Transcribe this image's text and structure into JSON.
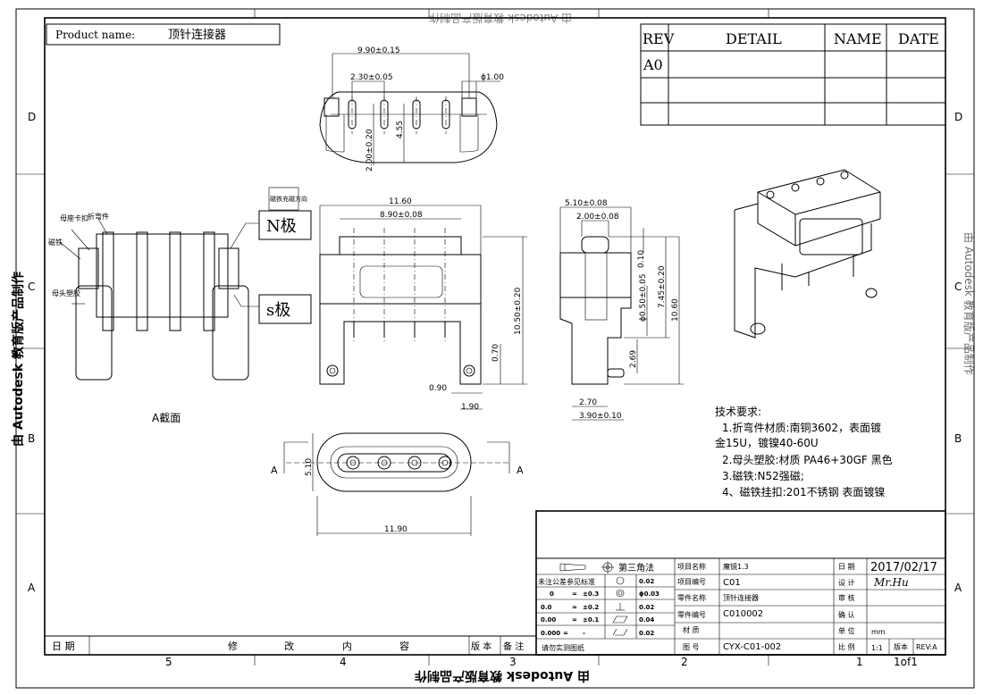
{
  "product": {
    "label": "Product name:",
    "name": "顶针连接器"
  },
  "rev_table": {
    "headers": [
      "REV",
      "DETAIL",
      "NAME",
      "DATE"
    ],
    "rows": [
      [
        "A0",
        "",
        "",
        ""
      ],
      [
        "",
        "",
        "",
        ""
      ],
      [
        "",
        "",
        "",
        ""
      ]
    ]
  },
  "zones": {
    "rows": [
      "D",
      "C",
      "B",
      "A"
    ],
    "cols": [
      "5",
      "4",
      "3",
      "2",
      "1"
    ]
  },
  "watermark": "由 Autodesk 教育版产品制作",
  "top_view": {
    "dims": [
      "9.90±0.15",
      "2.30±0.05",
      "ϕ1.00",
      "2.00±0.20",
      "4.55"
    ]
  },
  "section": {
    "labels": [
      "母座卡扣",
      "折弯件",
      "磁铁",
      "母头塑胶"
    ],
    "magnet_note": "磁铁充磁方向",
    "n_pole": "N极",
    "s_pole": "s极",
    "caption": "A截面"
  },
  "front_view": {
    "dims": [
      "11.60",
      "8.90±0.08",
      "10.50±0.20",
      "0.70",
      "0.90",
      "1.90"
    ]
  },
  "side_view": {
    "dims": [
      "5.10±0.08",
      "2.00±0.08",
      "0.10",
      "ϕ0.50±0.05",
      "7.45±0.20",
      "10.60",
      "2.69",
      "2.70",
      "3.90±0.10"
    ]
  },
  "bottom_view": {
    "dims": [
      "5.10",
      "11.90"
    ],
    "section_marks": [
      "A",
      "A"
    ]
  },
  "tech_requirements": {
    "title": "技术要求:",
    "lines": [
      "1.折弯件材质:南铜3602，表面镀",
      "金15U，镀镍40-60U",
      "2.母头塑胶:材质 PA46+30GF 黑色",
      "3.磁铁:N52强磁;",
      "4、磁铁挂扣:201不锈钢 表面镀镍"
    ]
  },
  "title_block": {
    "projection": "第三角法",
    "tolerance_title": "未注公差参见标准",
    "tolerances": [
      [
        "0",
        "=",
        "±0.3"
      ],
      [
        "0.0",
        "=",
        "±0.2"
      ],
      [
        "0.00",
        "=",
        "±0.1"
      ],
      [
        "0.000",
        "=",
        "-"
      ]
    ],
    "geo_tolerances": [
      "0.02",
      "ϕ0.03",
      "0.02",
      "0.04",
      "0.02"
    ],
    "note": "请勿实测图纸",
    "fields": [
      {
        "label": "项目名称",
        "value": "魔镜1.3"
      },
      {
        "label": "项目编号",
        "value": "C01"
      },
      {
        "label": "零件名称",
        "value": "顶针连接器"
      },
      {
        "label": "零件编号",
        "value": "C010002"
      },
      {
        "label": "材  质",
        "value": ""
      },
      {
        "label": "图  号",
        "value": "CYX-C01-002"
      }
    ],
    "right_fields": [
      {
        "label": "日 期",
        "value": "2017/02/17"
      },
      {
        "label": "设 计",
        "value": "Mr.Hu"
      },
      {
        "label": "审 核",
        "value": ""
      },
      {
        "label": "确 认",
        "value": ""
      },
      {
        "label": "单 位",
        "value": "mm"
      },
      {
        "label": "比 例",
        "value": "1:1"
      }
    ],
    "version_label": "版本",
    "version": "REV:A",
    "sheet": "1of1"
  },
  "revision_strip": {
    "date": "日 期",
    "content": [
      "修",
      "改",
      "内",
      "容"
    ],
    "version": "版 本",
    "remark": "备 注"
  }
}
